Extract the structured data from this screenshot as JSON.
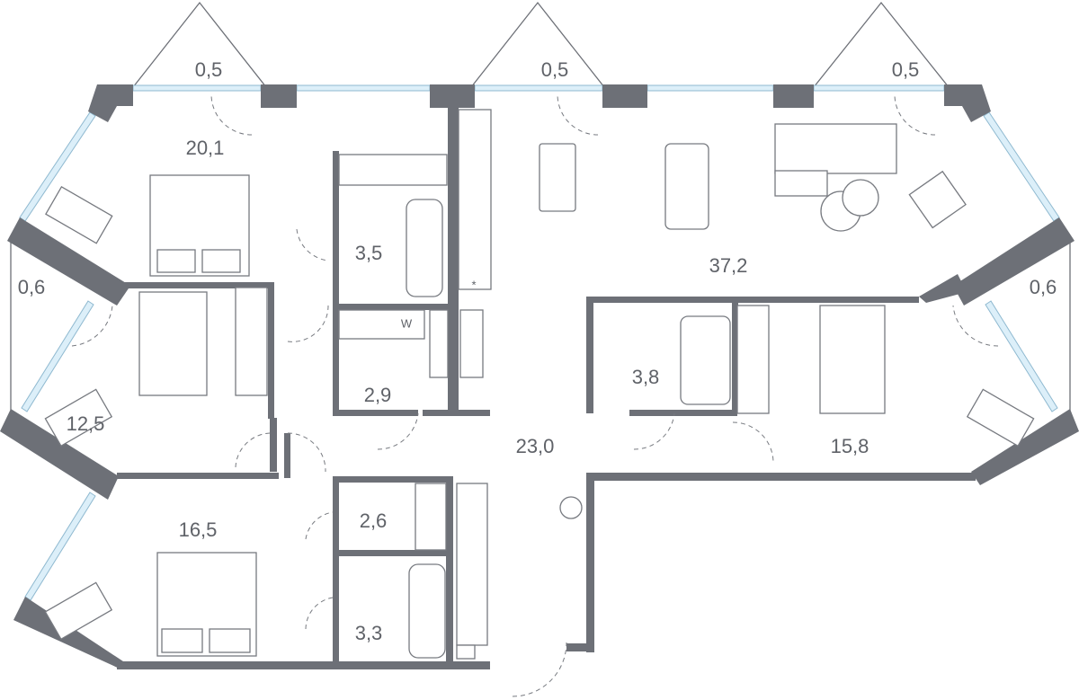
{
  "plan": {
    "colors": {
      "wall": "#6d7077",
      "window": "#dcefF9",
      "text": "#5f6268"
    },
    "rooms": [
      {
        "id": "balcony-1",
        "area": "0,5"
      },
      {
        "id": "balcony-2",
        "area": "0,5"
      },
      {
        "id": "balcony-3",
        "area": "0,5"
      },
      {
        "id": "bedroom-master",
        "area": "20,1"
      },
      {
        "id": "bathroom-1",
        "area": "3,5"
      },
      {
        "id": "living-kitchen",
        "area": "37,2"
      },
      {
        "id": "balcony-left",
        "area": "0,6"
      },
      {
        "id": "balcony-right",
        "area": "0,6"
      },
      {
        "id": "bedroom-2",
        "area": "12,5"
      },
      {
        "id": "laundry",
        "area": "2,9"
      },
      {
        "id": "bathroom-2",
        "area": "3,8"
      },
      {
        "id": "hall",
        "area": "23,0"
      },
      {
        "id": "bedroom-3",
        "area": "15,8"
      },
      {
        "id": "bedroom-4",
        "area": "16,5"
      },
      {
        "id": "closet",
        "area": "2,6"
      },
      {
        "id": "bathroom-3",
        "area": "3,3"
      }
    ],
    "marks": {
      "washer": "W",
      "fridge": "*"
    }
  }
}
